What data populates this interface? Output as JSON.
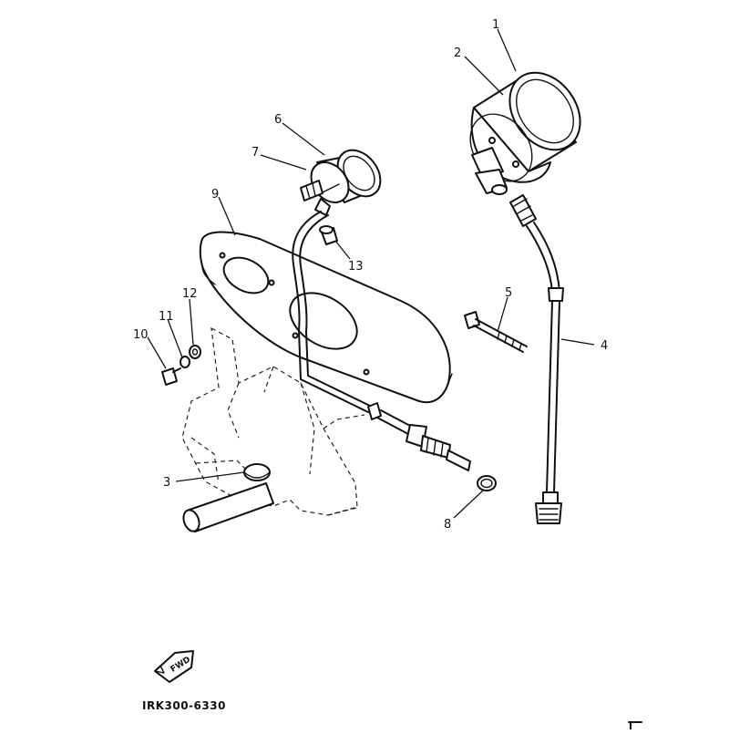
{
  "callouts": [
    {
      "number": "1"
    },
    {
      "number": "2"
    },
    {
      "number": "3"
    },
    {
      "number": "4"
    },
    {
      "number": "5"
    },
    {
      "number": "6"
    },
    {
      "number": "7"
    },
    {
      "number": "8"
    },
    {
      "number": "9"
    },
    {
      "number": "10"
    },
    {
      "number": "11"
    },
    {
      "number": "12"
    },
    {
      "number": "13"
    }
  ],
  "front_icon_label": "FWD",
  "diagram_code": "IRK300-6330"
}
